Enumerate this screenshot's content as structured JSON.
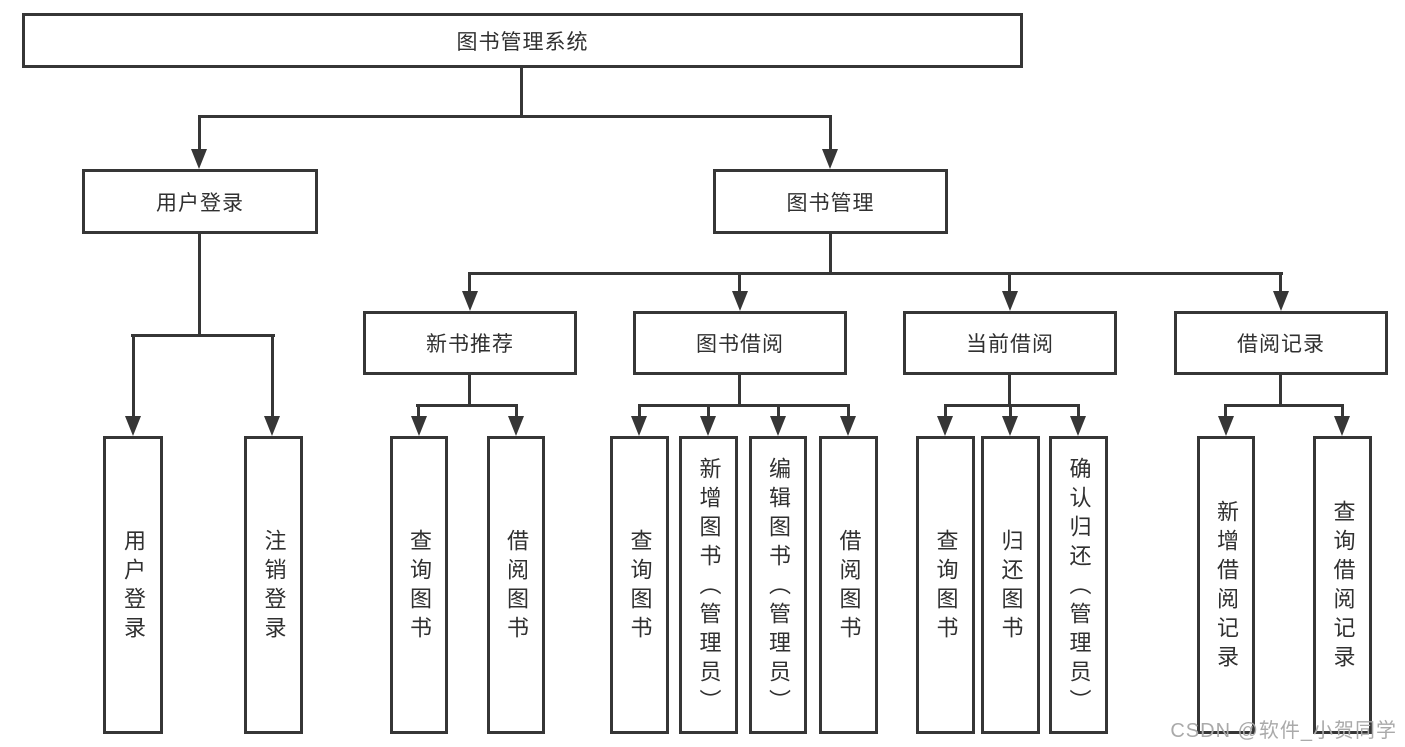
{
  "diagram": {
    "type": "hierarchy-diagram",
    "colors": {
      "box_border": "#363636",
      "connector": "#363636",
      "text": "#303030",
      "background": "#ffffff",
      "watermark": "#aaaaaa"
    },
    "tree": {
      "label": "图书管理系统",
      "children": [
        {
          "label": "用户登录",
          "children": [
            {
              "label": "用户登录"
            },
            {
              "label": "注销登录"
            }
          ]
        },
        {
          "label": "图书管理",
          "children": [
            {
              "label": "新书推荐",
              "children": [
                {
                  "label": "查询图书"
                },
                {
                  "label": "借阅图书"
                }
              ]
            },
            {
              "label": "图书借阅",
              "children": [
                {
                  "label": "查询图书"
                },
                {
                  "label": "新增图书（管理员）"
                },
                {
                  "label": "编辑图书（管理员）"
                },
                {
                  "label": "借阅图书"
                }
              ]
            },
            {
              "label": "当前借阅",
              "children": [
                {
                  "label": "查询图书"
                },
                {
                  "label": "归还图书"
                },
                {
                  "label": "确认归还（管理员）"
                }
              ]
            },
            {
              "label": "借阅记录",
              "children": [
                {
                  "label": "新增借阅记录"
                },
                {
                  "label": "查询借阅记录"
                }
              ]
            }
          ]
        }
      ]
    }
  },
  "watermark": {
    "text": "CSDN @软件_小贺同学"
  }
}
